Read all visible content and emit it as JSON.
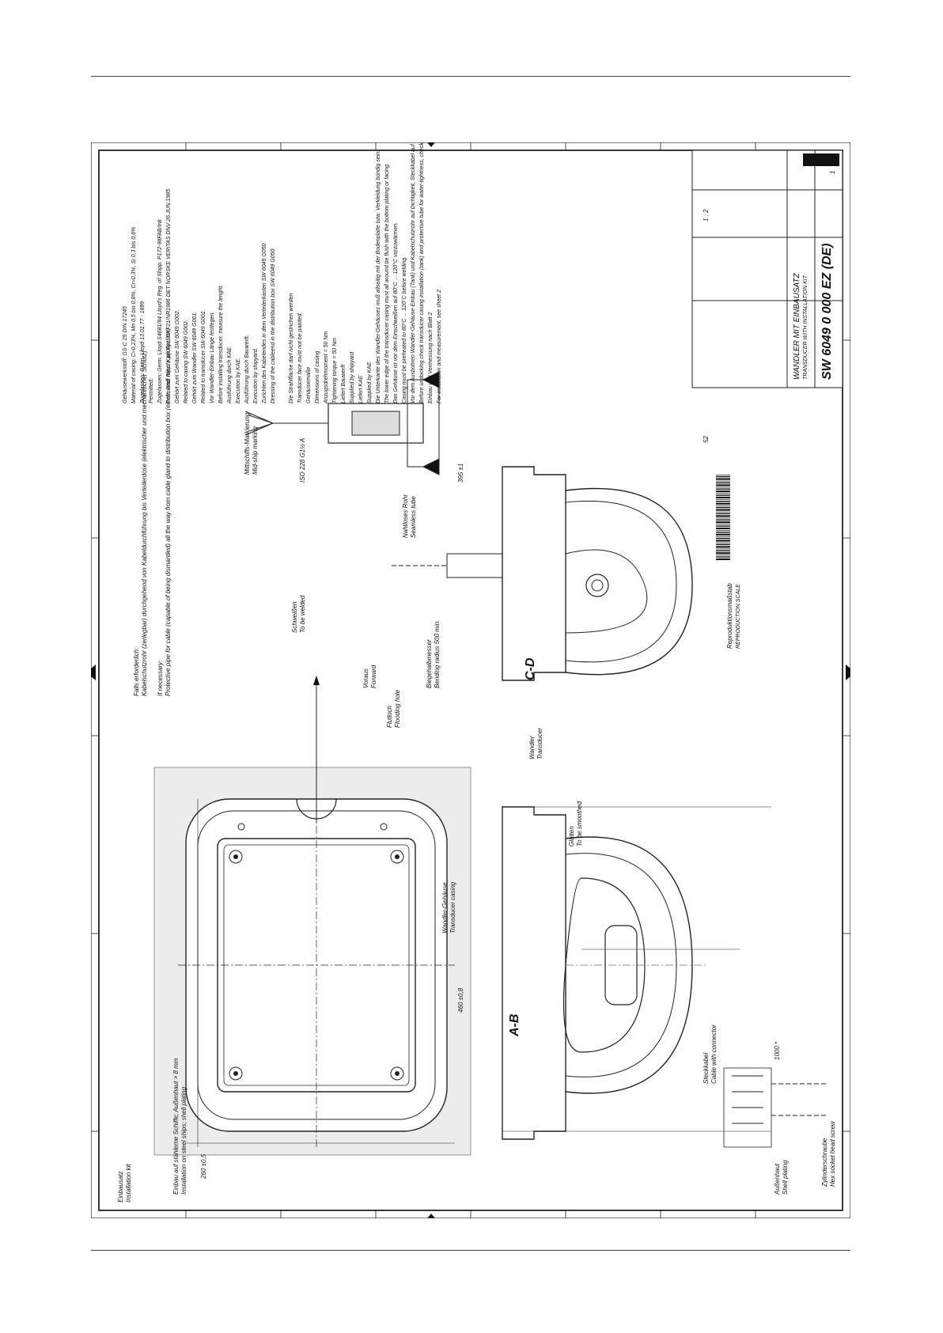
{
  "notes_de_en": [
    "Gehäusewerkstoff: GS-C 25 DIN 17245",
    "Material of casing: C≈0,23%, Mn 0,5 bis 0,8%, Cr≈0,3%, Si 0,3 bis 0,6%",
    "Zugelassen: Germ. Lloyd 13.01.77 - 1899",
    "Permitted:",
    "Zugelassen: Germ. Lloyd S4681/84   Lloyd's Reg. of Shipp. P172-98FAB/Ink",
    "Permitted: Nipp. Kaiji Kyo. NKF21/NR1986   DET NORSKE VERITAS DNV 26.JUN.1985",
    "Gehört zum Gehäuse SW 6049 G002.",
    "Related to casing SW 6049 G002.",
    "Gehört zum Wandler SW 6049 G001.",
    "Related to transducer SW 6049 G001.",
    "Vor Wandler-Einbau Länge festlegen.",
    "Before installing transducer, measure the lenght.",
    "Ausführung durch KAE.",
    "Execution by KAE.",
    "Ausführung durch Bauwerft.",
    "Execution by shipyard.",
    "Zurichten des Kabelendes in dem Verteilerkasten SW 6049 G050",
    "Dressing of the cableend in the distribution box SW 6049 G050",
    "Die Strahlfläche darf nicht gestrichen werden",
    "Transducer face must not be painted.",
    "Gehäusemaße",
    "Dimensions of casing",
    "Anzugsdrehmoment = 50 Nm",
    "Tightening torque = 50 Nm",
    "Liefert Bauwerft",
    "Supplied by shipyard",
    "Liefert KAE",
    "Supplied by KAE",
    "Die Unterkante des Wandler-Gehäuses muß allseitig mit der Bodenplatte bzw. Verkleidung bündig sein.",
    "The lower edge of the transducer casing must all around be flush with the bottom plating or facing.",
    "Das Gehäuse ist vor dem Einschweißen auf 80°C ... 120°C vorzuwärmen.",
    "Casing must be preheated to 80°C ... 120°C before welding",
    "Vor dem Ausbohren Wandler-Gehäuse-Einbau (Tank) und Kabelschutzrohr auf Dichtigkeit, Steckkabel auf Isolation prüfen.",
    "Before undocking check transducer casing installation (tank) and protective tube for water-tightness, check cable with connector for insulation.",
    "Einbau und Vermessung nach Blatt 2",
    "For installation and measurement, see sheet 2"
  ],
  "labels": {
    "einbau_title": "Einbau auf stählerne Schiffe; Außenhaut > 8 mm",
    "einbau_sub": "Installation on steel ships; shell plating",
    "mittschiffs": "Mittschiffs-Markierung",
    "midship": "Mid-ship marking",
    "voraus": "Voraus",
    "forward": "Forward",
    "flutloch": "Flutloch",
    "flooding_hole": "Flooding hole",
    "dim_460": "460 ±0,8",
    "dim_260": "260 ±0,5",
    "section_ab": "A-B",
    "section_cd": "C-D",
    "falls": "Falls erforderlich:",
    "kabelschutz": "Kabelschutzrohr (zerlegbar) durchgehend von Kabeldurchführung bis Verteilerdose (elektrischer und mechanischer Schutz)",
    "if_necessary": "If necessary:",
    "protective": "Protective pipe for cable (capable of being dismantled) all the way from cable gland to distribution box (electr. and mech. protection)",
    "bauteil_din": "ISO 228 G1½ A",
    "schweissen": "Schweißen",
    "to_be_welded": "To be welded",
    "gehause_label": "Wandler-Gehäuse",
    "transducer_casing": "Transducer casing",
    "wandler": "Wandler",
    "transducer": "Transducer",
    "steckkabel": "Steckkabel",
    "cable_connector": "Cable with connector",
    "glaetten": "Glätten",
    "to_be_smoothed": "To be smoothed",
    "aussenhaut": "Außenhaut",
    "shell_plating": "Shell plating",
    "zylinderschraube": "Zylinderschraube",
    "hex_screw": "Hex socket head screw",
    "einbausatz": "Einbausatz",
    "installation_kit": "Installation kit",
    "biegeradius": "Biegehalbmesser",
    "bending_radius": "Bending radius 500 min.",
    "nahtloses": "Nahtloses Rohr",
    "seamless": "Seamless tube",
    "dim_1000": "1000 *",
    "dim_395": "395 ±1",
    "dim_52": "52",
    "repro": "Reproduktionsmaßstab",
    "repro_scale": "REPRODUCTION SCALE"
  },
  "title_block": {
    "title_de": "WANDLER MIT EINBAUSATZ",
    "title_en": "TRANSDUCER WITH INSTALLATION KIT",
    "drawing_no": "SW 6049 0 000 EZ (DE)",
    "scale": "1 : 2",
    "sheet": "1"
  }
}
